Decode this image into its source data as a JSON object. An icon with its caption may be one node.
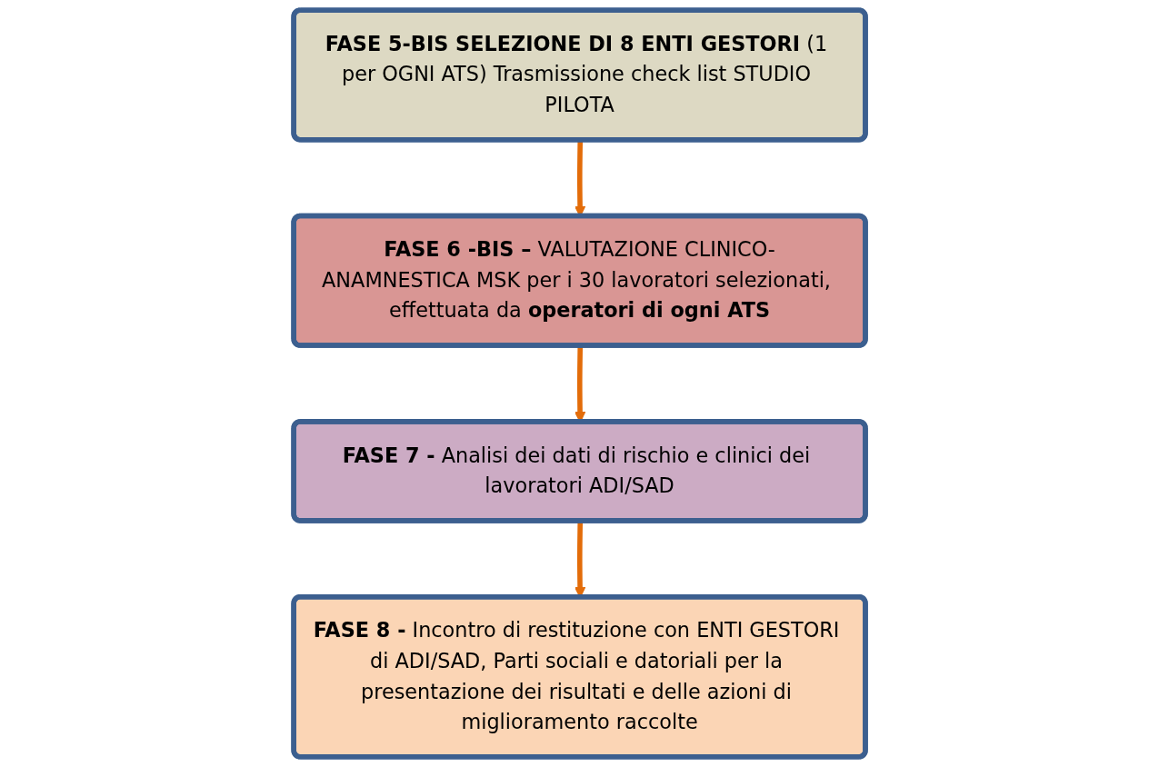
{
  "diagram": {
    "nodes": [
      {
        "text": [
          "**FASE 5-BIS SELEZIONE DI 8 ENTI GESTORI** (1 per OGNI ATS) Trasmissione check list STUDIO PILOTA"
        ]
      },
      {
        "text": [
          "**FASE 6 -BIS –** VALUTAZIONE CLINICO-ANAMNESTICA MSK per i 30 lavoratori selezionati, effettuata da **operatori di ogni ATS**"
        ]
      },
      {
        "text": [
          "**FASE 7 -** Analisi dei dati di rischio e clinici dei lavoratori ADI/SAD"
        ]
      },
      {
        "text": [
          "**FASE 8 -** Incontro di restituzione con ENTI GESTORI di ADI/SAD, Parti sociali e datoriali per la presentazione dei risultati e delle azioni di miglioramento raccolte"
        ]
      }
    ],
    "edges": [
      {
        "from": 0,
        "to": 1,
        "arrow": "to"
      },
      {
        "from": 1,
        "to": 2,
        "arrow": "to"
      },
      {
        "from": 2,
        "to": 3,
        "arrow": "to"
      }
    ]
  }
}
